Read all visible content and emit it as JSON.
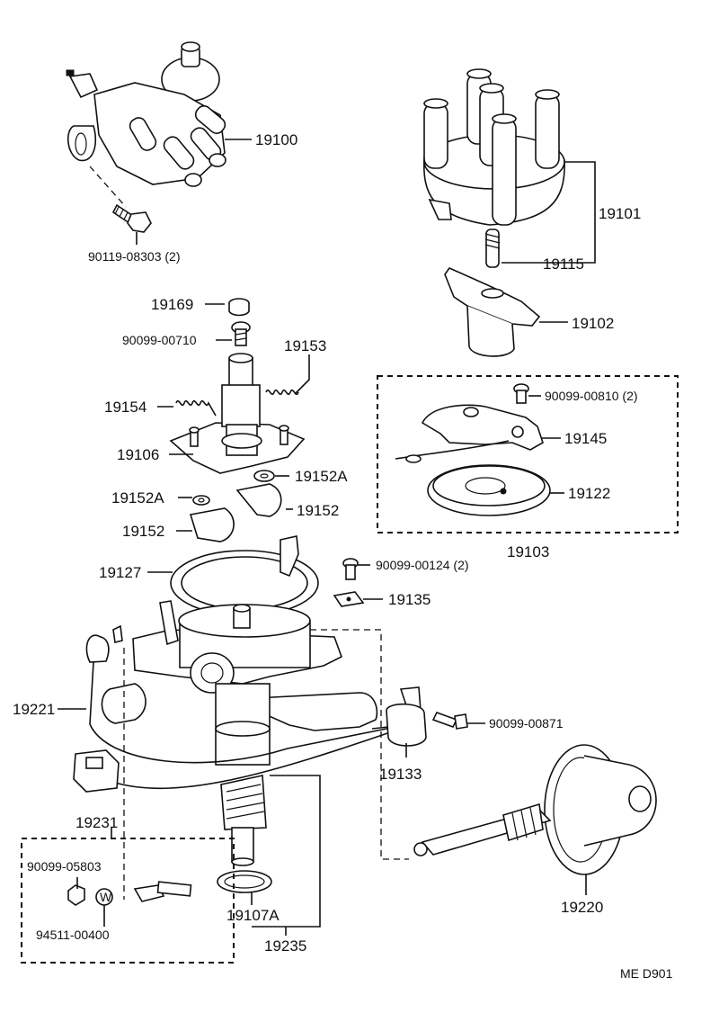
{
  "labels": {
    "p19100": "19100",
    "p90119": "90119-08303 (2)",
    "p19101": "19101",
    "p19115": "19115",
    "p19102": "19102",
    "p19169": "19169",
    "p90099_00710": "90099-00710",
    "p19153": "19153",
    "p19154": "19154",
    "p19106": "19106",
    "p19152A_right": "19152A",
    "p19152A_left": "19152A",
    "p19152_right": "19152",
    "p19152_left": "19152",
    "p19127": "19127",
    "p90099_00810": "90099-00810 (2)",
    "p19145": "19145",
    "p19122": "19122",
    "p19103": "19103",
    "p90099_00124": "90099-00124 (2)",
    "p19135": "19135",
    "p19221": "19221",
    "p90099_00871": "90099-00871",
    "p19133": "19133",
    "p19231": "19231",
    "p90099_05803": "90099-05803",
    "p94511": "94511-00400",
    "p19107A": "19107A",
    "p19235": "19235",
    "p19220": "19220",
    "code": "ME D901",
    "washer_mark": "W"
  }
}
